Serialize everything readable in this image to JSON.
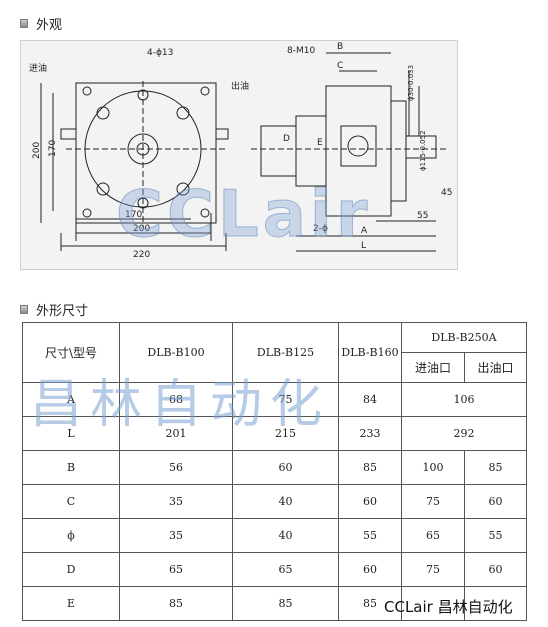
{
  "sections": {
    "appearance": "外观",
    "dimensions": "外形尺寸"
  },
  "drawing": {
    "watermark": "CCLair",
    "labels": {
      "holes": "4-ϕ13",
      "inlet": "进油",
      "outlet": "出油",
      "bolts": "8-M10",
      "pin": "2-ϕ",
      "d200": "200",
      "d170": "170",
      "w170": "170",
      "w200": "200",
      "w220": "220",
      "B": "B",
      "C": "C",
      "D": "D",
      "E": "E",
      "L": "L",
      "A": "A",
      "d45": "45",
      "d55": "55",
      "shaft1": "ϕ30-0.033",
      "shaft2": "ϕ115-0.052"
    }
  },
  "table": {
    "corner": "尺寸\\型号",
    "models": [
      "DLB-B100",
      "DLB-B125",
      "DLB-B160",
      "DLB-B250A"
    ],
    "sub_in": "进油口",
    "sub_out": "出油口",
    "rows": [
      {
        "label": "A",
        "v1": "68",
        "v2": "75",
        "v3": "84",
        "merged": "106"
      },
      {
        "label": "L",
        "v1": "201",
        "v2": "215",
        "v3": "233",
        "merged": "292"
      },
      {
        "label": "B",
        "v1": "56",
        "v2": "60",
        "v3": "85",
        "in": "100",
        "out": "85"
      },
      {
        "label": "C",
        "v1": "35",
        "v2": "40",
        "v3": "60",
        "in": "75",
        "out": "60"
      },
      {
        "label": "ϕ",
        "v1": "35",
        "v2": "40",
        "v3": "55",
        "in": "65",
        "out": "55"
      },
      {
        "label": "D",
        "v1": "65",
        "v2": "65",
        "v3": "60",
        "in": "75",
        "out": "60"
      },
      {
        "label": "E",
        "v1": "85",
        "v2": "85",
        "v3": "85",
        "in": "",
        "out": ""
      }
    ],
    "watermark": "昌林自动化"
  },
  "brand": "CCLair 昌林自动化"
}
